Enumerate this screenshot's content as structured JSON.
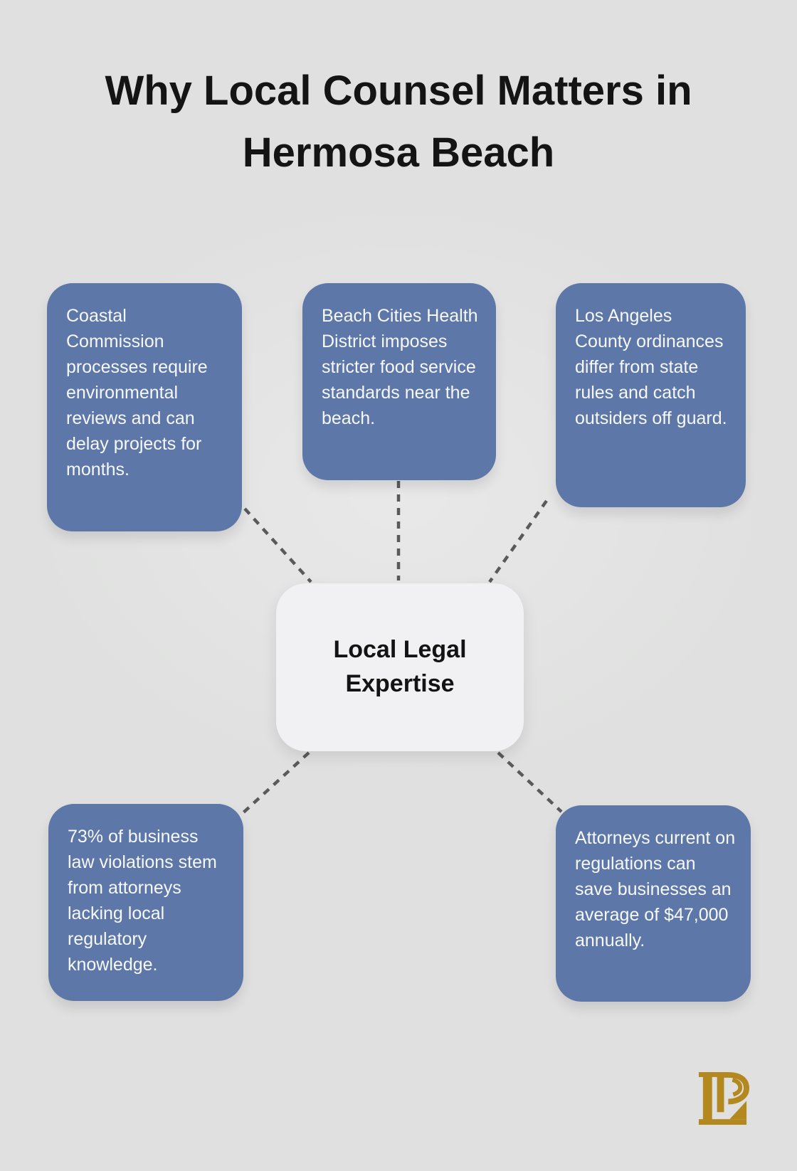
{
  "title": {
    "lines": [
      "Why Local Counsel Matters in",
      "Hermosa Beach"
    ]
  },
  "center_node": {
    "label": "Local Legal Expertise"
  },
  "nodes": [
    {
      "id": "top-left",
      "text": "Coastal Commission processes require environmental reviews and can delay projects for months."
    },
    {
      "id": "top-middle",
      "text": "Beach Cities Health District imposes stricter food service standards near the beach."
    },
    {
      "id": "top-right",
      "text": "Los Angeles County ordinances differ from state rules and catch outsiders off guard."
    },
    {
      "id": "bottom-left",
      "text": "73% of business law violations stem from attorneys lacking local regulatory knowledge."
    },
    {
      "id": "bottom-right",
      "text": "Attorneys current on regulations can save businesses an average of $47,000 annually."
    }
  ],
  "logo": {
    "monogram": "LP"
  },
  "colors": {
    "background": "#dfe0df",
    "title_color": "#141414",
    "node_fill": "#5d77a8",
    "node_text": "#f7f8fa",
    "center_fill": "#f1f1f3",
    "center_text": "#131313",
    "connector": "#5a5a5a",
    "logo_gold": "#b3891f"
  }
}
